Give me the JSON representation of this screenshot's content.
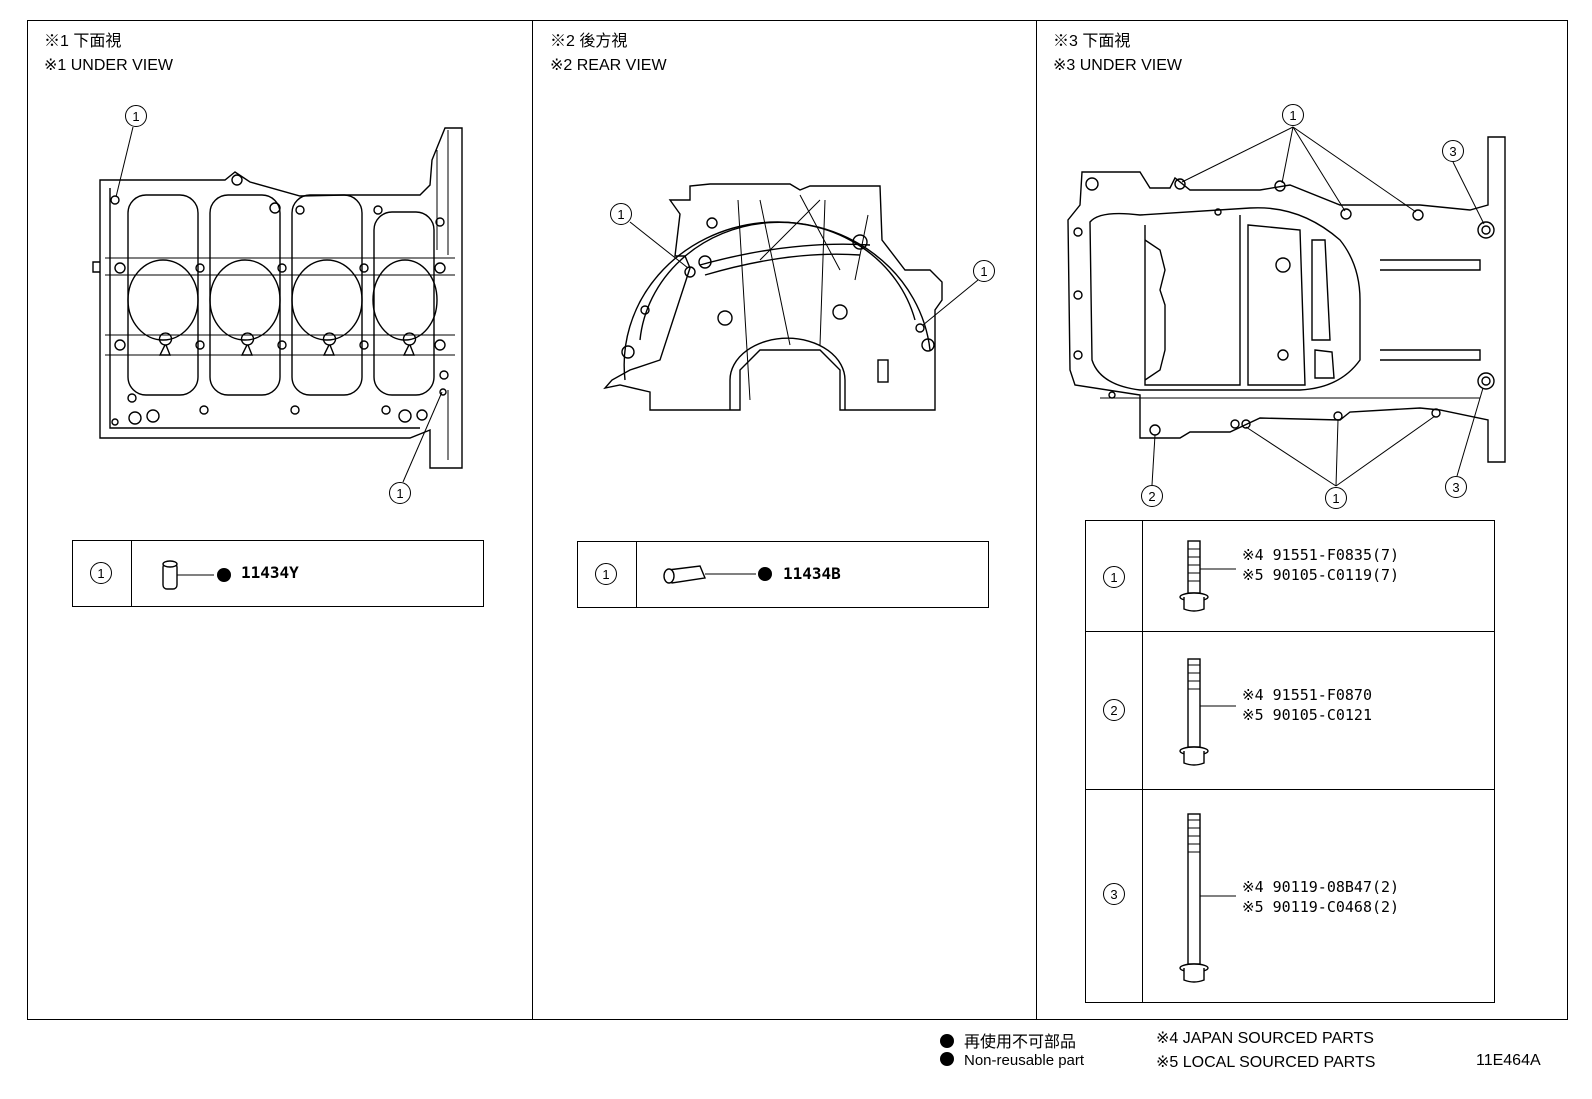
{
  "views": [
    {
      "title_jp": "※1 下面視",
      "title_en": "※1 UNDER VIEW"
    },
    {
      "title_jp": "※2 後方視",
      "title_en": "※2 REAR VIEW"
    },
    {
      "title_jp": "※3 下面視",
      "title_en": "※3 UNDER VIEW"
    }
  ],
  "callout_numbers": {
    "one": "1",
    "two": "2",
    "three": "3"
  },
  "view1_table": {
    "number": "1",
    "part": "11434Y"
  },
  "view2_table": {
    "number": "1",
    "part": "11434B"
  },
  "view3_table": [
    {
      "number": "1",
      "line1": "※4 91551-F0835(7)",
      "line2": "※5 90105-C0119(7)"
    },
    {
      "number": "2",
      "line1": "※4 91551-F0870",
      "line2": "※5 90105-C0121"
    },
    {
      "number": "3",
      "line1": "※4 90119-08B47(2)",
      "line2": "※5 90119-C0468(2)"
    }
  ],
  "legend": {
    "nonreusable_jp": "再使用不可部品",
    "nonreusable_en": "Non-reusable part",
    "japan": "※4 JAPAN SOURCED PARTS",
    "local": "※5 LOCAL SOURCED PARTS"
  },
  "figure_id": "11E464A"
}
